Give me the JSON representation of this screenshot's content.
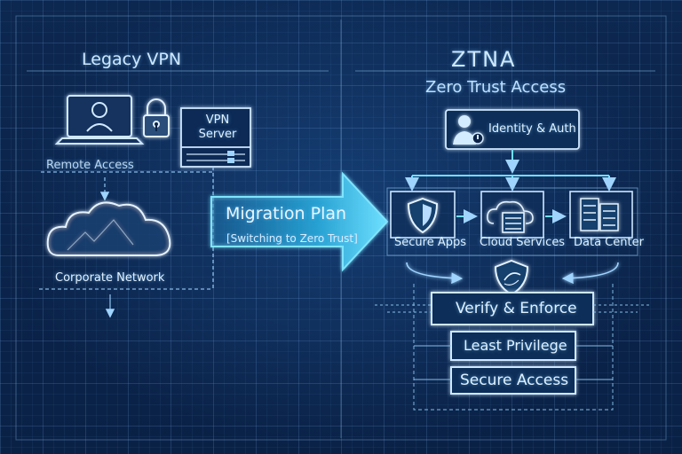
{
  "legacy": {
    "title": "Legacy VPN",
    "vpn_server": "VPN Server",
    "remote_access": "Remote Access",
    "corporate_network": "Corporate Network"
  },
  "migration": {
    "title": "Migration Plan",
    "subtitle": "[Switching to Zero Trust]"
  },
  "ztna": {
    "title": "ZTNA",
    "subtitle": "Zero Trust Access",
    "identity": "Identity & Auth",
    "services": [
      "Secure Apps",
      "Cloud Services",
      "Data Center"
    ],
    "verify": "Verify & Enforce",
    "least_privilege": "Least Privilege",
    "secure_access": "Secure Access"
  },
  "colors": {
    "background": "#0b2347",
    "line": "#9fd4ff",
    "arrow": "#34b8e6",
    "text": "#dff1ff"
  }
}
